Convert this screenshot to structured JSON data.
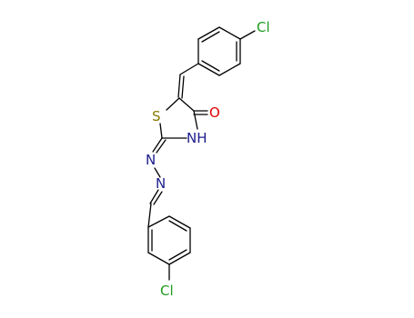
{
  "molecule": {
    "atoms": [
      {
        "id": "cl_top",
        "label": "Cl",
        "color": "#1f9a1f"
      },
      {
        "id": "s",
        "label": "S",
        "color": "#8a7a00"
      },
      {
        "id": "o",
        "label": "O",
        "color": "#e00000"
      },
      {
        "id": "nh",
        "label": "NH",
        "color": "#1c1c8c"
      },
      {
        "id": "n1",
        "label": "N",
        "color": "#1c1c8c"
      },
      {
        "id": "n2",
        "label": "N",
        "color": "#1c1c8c"
      },
      {
        "id": "cl_bottom",
        "label": "Cl",
        "color": "#1f9a1f"
      }
    ],
    "bond_color": "#000000"
  }
}
